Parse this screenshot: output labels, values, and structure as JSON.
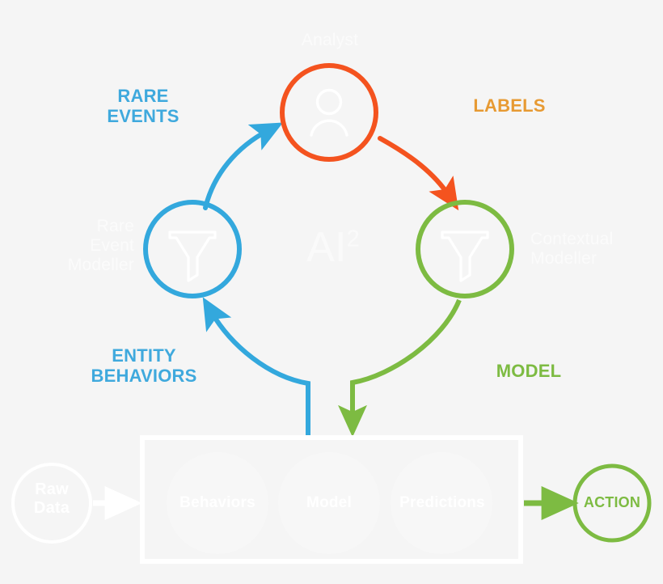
{
  "diagram": {
    "title": "AI Squared Detection Cycle",
    "background_color": "#f5f5f5",
    "center_label": "AI",
    "center_superscript": "2"
  },
  "colors": {
    "blue": "#33a8dd",
    "orange_red": "#f4531f",
    "amber": "#e79a33",
    "green": "#7dbb42",
    "white": "#ffffff",
    "background": "#f5f5f5"
  },
  "cycle": {
    "edges": [
      {
        "id": "rare-events",
        "label": "RARE\nEVENTS",
        "color": "#33a8dd",
        "from": "rare-event-modeller",
        "to": "analyst"
      },
      {
        "id": "labels",
        "label": "LABELS",
        "color": "#e79a33",
        "from": "analyst",
        "to": "contextual-modeller"
      },
      {
        "id": "model",
        "label": "MODEL",
        "color": "#7dbb42",
        "from": "contextual-modeller",
        "to": "pipeline"
      },
      {
        "id": "entity-behaviors",
        "label": "ENTITY\nBEHAVIORS",
        "color": "#33a8dd",
        "from": "pipeline",
        "to": "rare-event-modeller"
      }
    ],
    "nodes": [
      {
        "id": "analyst",
        "label": "Analyst",
        "icon": "person-icon",
        "ring_color": "#f4531f"
      },
      {
        "id": "rare-event-modeller",
        "label": "Rare\nEvent\nModeller",
        "icon": "funnel-icon",
        "ring_color": "#33a8dd"
      },
      {
        "id": "contextual-modeller",
        "label": "Contextual\nModeller",
        "icon": "funnel-icon",
        "ring_color": "#7dbb42"
      }
    ]
  },
  "pipeline": {
    "source": {
      "id": "raw-data",
      "label": "Raw\nData",
      "ring_color": "#ffffff"
    },
    "stages": [
      {
        "id": "behaviors",
        "label": "Behaviors"
      },
      {
        "id": "model",
        "label": "Model"
      },
      {
        "id": "predictions",
        "label": "Predictions"
      }
    ],
    "output": {
      "id": "action",
      "label": "ACTION",
      "ring_color": "#7dbb42",
      "text_color": "#7dbb42"
    }
  }
}
